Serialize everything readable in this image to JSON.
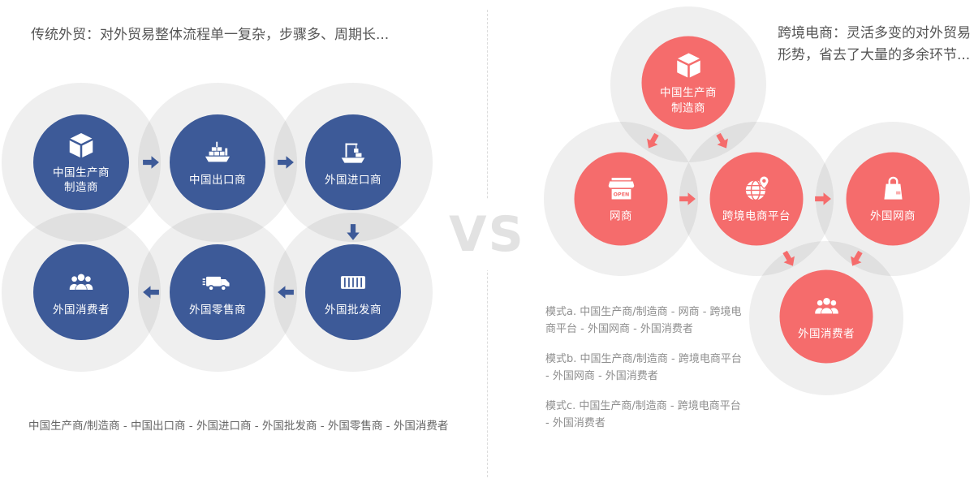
{
  "left": {
    "title": "传统外贸：对外贸易整体流程单一复杂，步骤多、周期长...",
    "nodes": [
      {
        "label": "中国生产商\n制造商"
      },
      {
        "label": "中国出口商"
      },
      {
        "label": "外国进口商"
      },
      {
        "label": "外国批发商"
      },
      {
        "label": "外国零售商"
      },
      {
        "label": "外国消费者"
      }
    ],
    "flow_summary": "中国生产商/制造商 - 中国出口商 - 外国进口商 - 外国批发商 - 外国零售商 - 外国消费者"
  },
  "divider": {
    "label": "VS"
  },
  "right": {
    "title": "跨境电商：灵活多变的对外贸易形势，省去了大量的多余环节...",
    "nodes": [
      {
        "label": "中国生产商\n制造商"
      },
      {
        "label": "网商"
      },
      {
        "label": "跨境电商平台"
      },
      {
        "label": "外国网商"
      },
      {
        "label": "外国消费者"
      }
    ],
    "store_sign": "OPEN",
    "modes": [
      "模式a. 中国生产商/制造商 - 网商 - 跨境电商平台 - 外国网商 - 外国消费者",
      "模式b. 中国生产商/制造商 - 跨境电商平台 - 外国网商 - 外国消费者",
      "模式c. 中国生产商/制造商 - 跨境电商平台 - 外国消费者"
    ]
  },
  "colors": {
    "traditional_blue": "#3d5a98",
    "ecommerce_red": "#f56c6c",
    "halo_gray": "#ededed"
  }
}
